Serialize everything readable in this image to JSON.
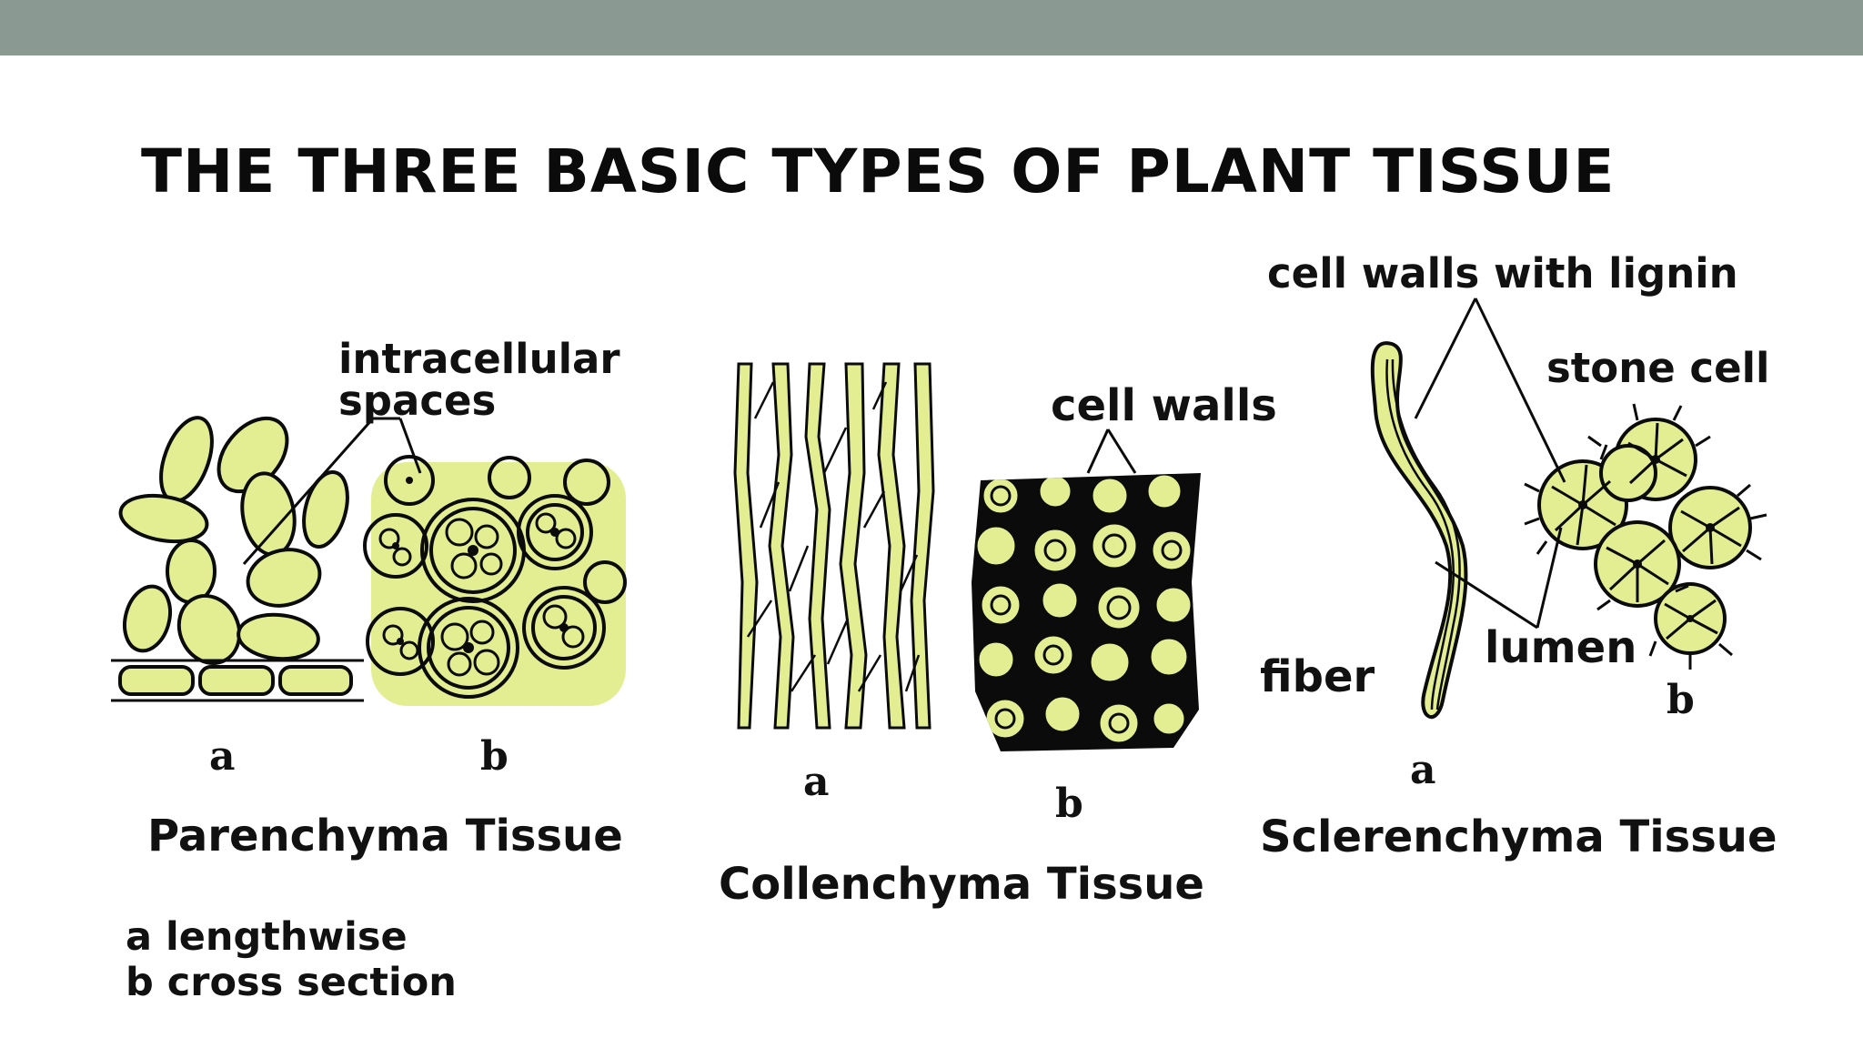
{
  "title": "THE THREE BASIC TYPES OF PLANT TISSUE",
  "colors": {
    "header_bar": "#8a9a93",
    "cell_fill": "#e3ee93",
    "outline": "#0b0b0b",
    "background": "#ffffff"
  },
  "parenchyma": {
    "callout": "intracellular spaces",
    "callout_line1": "intracellular",
    "callout_line2": "spaces",
    "label_a": "a",
    "label_b": "b",
    "caption": "Parenchyma Tissue"
  },
  "collenchyma": {
    "callout": "cell walls",
    "label_a": "a",
    "label_b": "b",
    "caption": "Collenchyma Tissue"
  },
  "sclerenchyma": {
    "callout_top": "cell walls with lignin",
    "callout_stone": "stone cell",
    "callout_fiber": "fiber",
    "callout_lumen": "lumen",
    "label_a": "a",
    "label_b": "b",
    "caption": "Sclerenchyma Tissue"
  },
  "legend": {
    "line1": "a lengthwise",
    "line2": "b cross section"
  }
}
